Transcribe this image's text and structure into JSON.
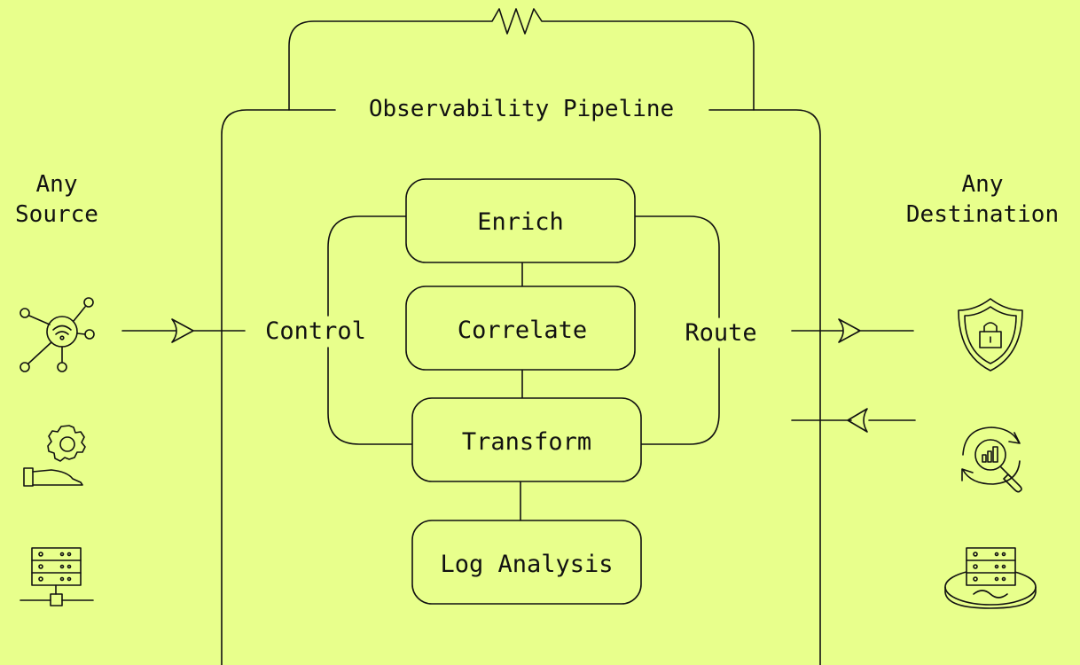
{
  "title": "Observability Pipeline",
  "source_label": [
    "Any",
    "Source"
  ],
  "destination_label": [
    "Any",
    "Destination"
  ],
  "side_labels": {
    "left": "Control",
    "right": "Route"
  },
  "stages": [
    "Enrich",
    "Correlate",
    "Transform",
    "Log Analysis"
  ],
  "source_icons": [
    "network-hub-icon",
    "hand-gear-icon",
    "server-rack-icon"
  ],
  "destination_icons": [
    "security-shield-icon",
    "analytics-search-icon",
    "storage-disk-icon"
  ],
  "colors": {
    "background": "#e8ff8c",
    "line": "#111111"
  }
}
